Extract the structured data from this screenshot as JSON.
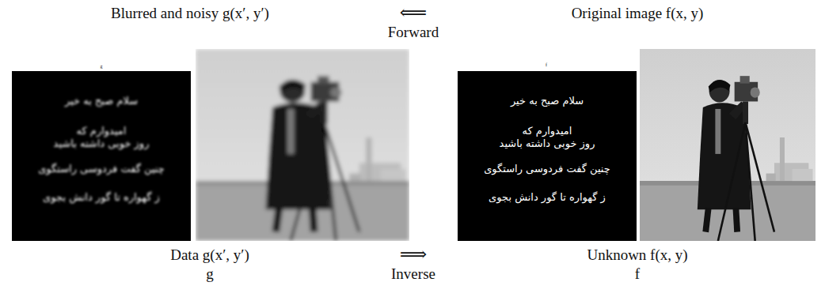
{
  "diagram": {
    "nodes": [
      {
        "text": [
          "سلام صبح به خیر",
          "امیدوارم که",
          "روز خوبی داشته باشید",
          "چنین گفت فردوسی راستگوی",
          "ز گهواره تا گور دانش بجوی"
        ]
      },
      {
        "text": [
          "سلام صبح به خیر",
          "امیدوارم که",
          "روز خوبی داشته باشید",
          "چنین گفت فردوسی راستگوی",
          "ز گهواره تا گور دانش بجوی"
        ]
      }
    ],
    "labels": [
      "Blurred and noisy g(x′, y′)",
      "⟸",
      "Original image f(x, y)",
      "Forward",
      "g",
      "f",
      "Data g(x′, y′)",
      "g",
      "⟹",
      "Unknown f(x, y)",
      "f",
      "Inverse"
    ]
  }
}
